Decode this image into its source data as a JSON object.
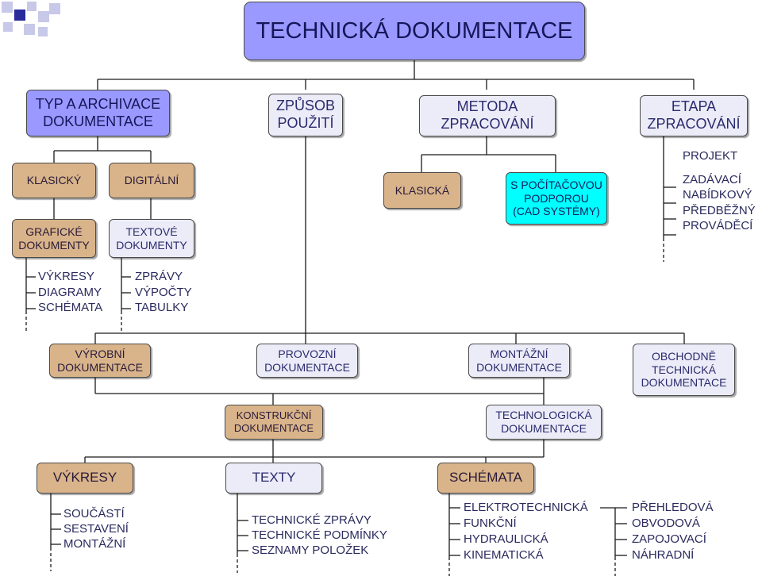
{
  "title": "TECHNICKÁ DOKUMENTACE",
  "top_categories": {
    "typ": "TYP A ARCHIVACE\nDOKUMENTACE",
    "zpusob": "ZPŮSOB\nPOUŽITÍ",
    "metoda": "METODA\nZPRACOVÁNÍ",
    "etapa": "ETAPA\nZPRACOVÁNÍ"
  },
  "typ_branch": {
    "klasicky": "KLASICKÝ",
    "digitalni": "DIGITÁLNÍ",
    "graficke": "GRAFICKÉ\nDOKUMENTY",
    "textove": "TEXTOVÉ\nDOKUMENTY",
    "graficke_items": [
      "VÝKRESY",
      "DIAGRAMY",
      "SCHÉMATA"
    ],
    "textove_items": [
      "ZPRÁVY",
      "VÝPOČTY",
      "TABULKY"
    ]
  },
  "metoda_branch": {
    "klasicka": "KLASICKÁ",
    "pocitacova": "S POČÍTAČOVOU\nPODPOROU\n(CAD SYSTÉMY)"
  },
  "etapa_items": [
    "PROJEKT",
    "ZADÁVACÍ",
    "NABÍDKOVÝ",
    "PŘEDBĚŽNÝ",
    "PROVÁDĚCÍ"
  ],
  "usage": {
    "vyrobni": "VÝROBNÍ\nDOKUMENTACE",
    "provozni": "PROVOZNÍ\nDOKUMENTACE",
    "montazni": "MONTÁŽNÍ\nDOKUMENTACE",
    "obchodne": "OBCHODNĚ\nTECHNICKÁ\nDOKUMENTACE",
    "konstrukcni": "KONSTRUKČNÍ\nDOKUMENTACE",
    "technologicka": "TECHNOLOGICKÁ\nDOKUMENTACE"
  },
  "content": {
    "vykresy": "VÝKRESY",
    "texty": "TEXTY",
    "schemata": "SCHÉMATA",
    "vykresy_items": [
      "SOUČÁSTÍ",
      "SESTAVENÍ",
      "MONTÁŽNÍ"
    ],
    "texty_items": [
      "TECHNICKÉ ZPRÁVY",
      "TECHNICKÉ PODMÍNKY",
      "SEZNAMY POLOŽEK"
    ],
    "schemata_items_left": [
      "ELEKTROTECHNICKÁ",
      "FUNKČNÍ",
      "HYDRAULICKÁ",
      "KINEMATICKÁ"
    ],
    "schemata_items_right": [
      "PŘEHLEDOVÁ",
      "OBVODOVÁ",
      "ZAPOJOVACÍ",
      "NÁHRADNÍ"
    ]
  },
  "colors": {
    "title_fill": "#9999ff",
    "category_fill": "#ececf8",
    "usage_fill": "#d9b48a",
    "cad_fill": "#00ffff",
    "logo_blue": "#2a2a9a",
    "logo_light": "#c8c8e8"
  }
}
